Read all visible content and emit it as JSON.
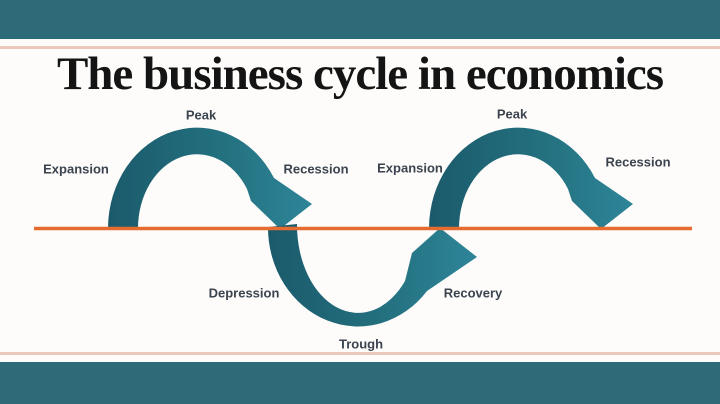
{
  "title": {
    "text": "The business cycle in economics"
  },
  "diagram": {
    "labels": {
      "peak1": "Peak",
      "expansion1": "Expansion",
      "recession1": "Recession",
      "depression": "Depression",
      "trough": "Trough",
      "recovery": "Recovery",
      "peak2": "Peak",
      "expansion2": "Expansion",
      "recession2": "Recession"
    },
    "colors": {
      "frame_band": "#2e6b79",
      "frame_separator": "#eac9bb",
      "baseline_orange": "#e56c2e",
      "arrow_teal_dark": "#1b5a6b",
      "arrow_teal_light": "#2e8598",
      "label_text": "#3b434f",
      "title_text": "#141414",
      "background": "#fdfcfa"
    }
  }
}
